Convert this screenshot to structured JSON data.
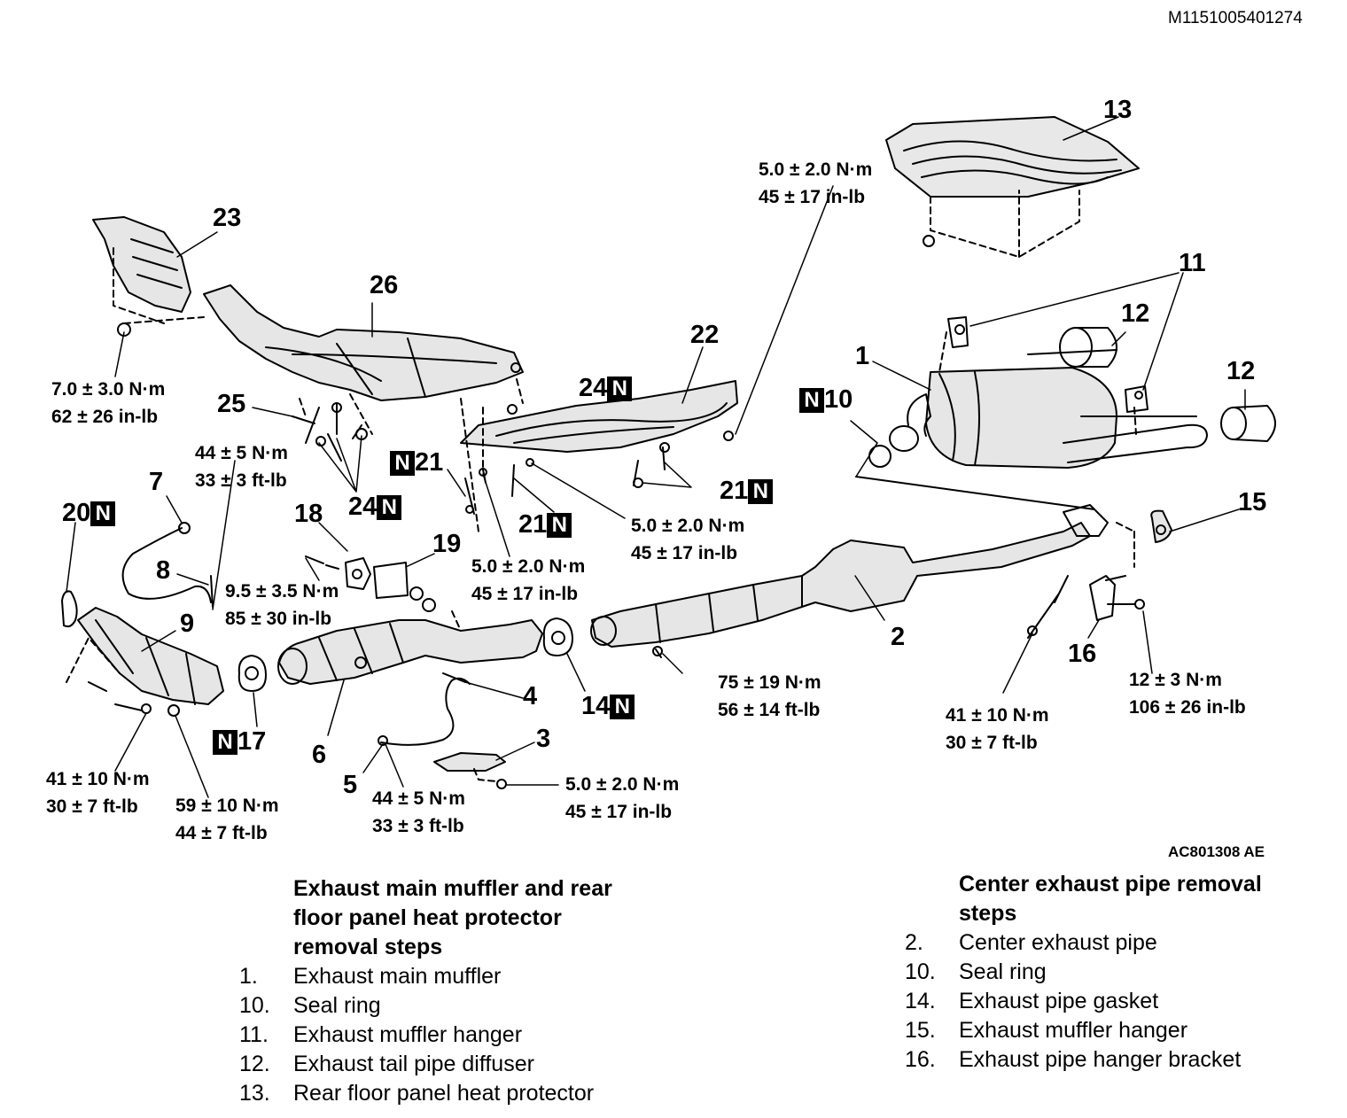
{
  "document_id": "M1151005401274",
  "figure_id": "AC801308 AE",
  "new_part_marker": "N",
  "callouts": [
    "1",
    "2",
    "3",
    "4",
    "5",
    "6",
    "7",
    "8",
    "9",
    "10",
    "11",
    "12",
    "13",
    "14",
    "15",
    "16",
    "17",
    "18",
    "19",
    "20",
    "21",
    "22",
    "23",
    "24",
    "25",
    "26"
  ],
  "torques": {
    "t_23": [
      "7.0 ± 3.0 N·m",
      "62 ± 26 in-lb"
    ],
    "t_8": [
      "44 ± 5 N·m",
      "33 ± 3 ft-lb"
    ],
    "t_18": [
      "9.5 ± 3.5 N·m",
      "85 ± 30 in-lb"
    ],
    "t_21a": [
      "5.0 ± 2.0 N·m",
      "45 ± 17 in-lb"
    ],
    "t_21b": [
      "5.0 ± 2.0 N·m",
      "45 ± 17 in-lb"
    ],
    "t_13": [
      "5.0 ± 2.0 N·m",
      "45 ± 17 in-lb"
    ],
    "t_14": [
      "75 ± 19 N·m",
      "56 ± 14 ft-lb"
    ],
    "t_16": [
      "41 ± 10 N·m",
      "30 ± 7 ft-lb"
    ],
    "t_15": [
      "12 ± 3 N·m",
      "106 ± 26 in-lb"
    ],
    "t_9a": [
      "41 ± 10 N·m",
      "30 ± 7 ft-lb"
    ],
    "t_9b": [
      "59 ± 10 N·m",
      "44 ± 7 ft-lb"
    ],
    "t_5": [
      "44 ± 5 N·m",
      "33 ± 3 ft-lb"
    ],
    "t_3": [
      "5.0 ± 2.0 N·m",
      "45 ± 17 in-lb"
    ]
  },
  "procedures": {
    "muffler": {
      "heading": [
        "Exhaust main muffler and rear",
        "floor panel heat protector",
        "removal steps"
      ],
      "steps": [
        {
          "num": "1.",
          "label": "Exhaust main muffler"
        },
        {
          "num": "10.",
          "label": "Seal ring"
        },
        {
          "num": "11.",
          "label": "Exhaust muffler hanger"
        },
        {
          "num": "12.",
          "label": "Exhaust tail pipe diffuser"
        },
        {
          "num": "13.",
          "label": "Rear floor panel heat protector"
        }
      ]
    },
    "center_pipe": {
      "heading": [
        "Center exhaust pipe removal",
        "steps"
      ],
      "steps": [
        {
          "num": "2.",
          "label": "Center exhaust pipe"
        },
        {
          "num": "10.",
          "label": "Seal ring"
        },
        {
          "num": "14.",
          "label": "Exhaust pipe gasket"
        },
        {
          "num": "15.",
          "label": "Exhaust muffler hanger"
        },
        {
          "num": "16.",
          "label": "Exhaust pipe hanger bracket"
        }
      ]
    }
  }
}
